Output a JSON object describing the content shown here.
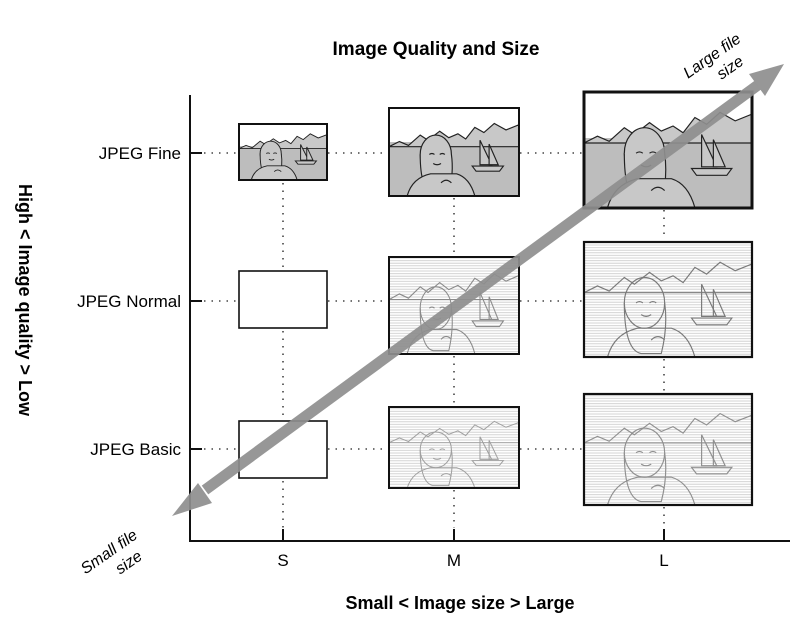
{
  "title": "Image Quality and Size",
  "x_axis_label": "Small < Image size > Large",
  "y_axis_label": "High < Image quality > Low",
  "rows": [
    {
      "label": "JPEG Fine"
    },
    {
      "label": "JPEG Normal"
    },
    {
      "label": "JPEG Basic"
    }
  ],
  "columns": [
    {
      "label": "S"
    },
    {
      "label": "M"
    },
    {
      "label": "L"
    }
  ],
  "arrow": {
    "large_end_label": "Large file size",
    "large_end_line1": "Large file",
    "large_end_line2": "size",
    "small_end_label": "Small file size",
    "small_end_line1": "Small file",
    "small_end_line2": "size",
    "color": "#8f8f8f"
  },
  "thumbnails": {
    "fine_fill": "#bdbdbd",
    "normal_rendering": "light hatched",
    "basic_rendering": "faint hatched",
    "small_normal_and_basic": "blank"
  }
}
